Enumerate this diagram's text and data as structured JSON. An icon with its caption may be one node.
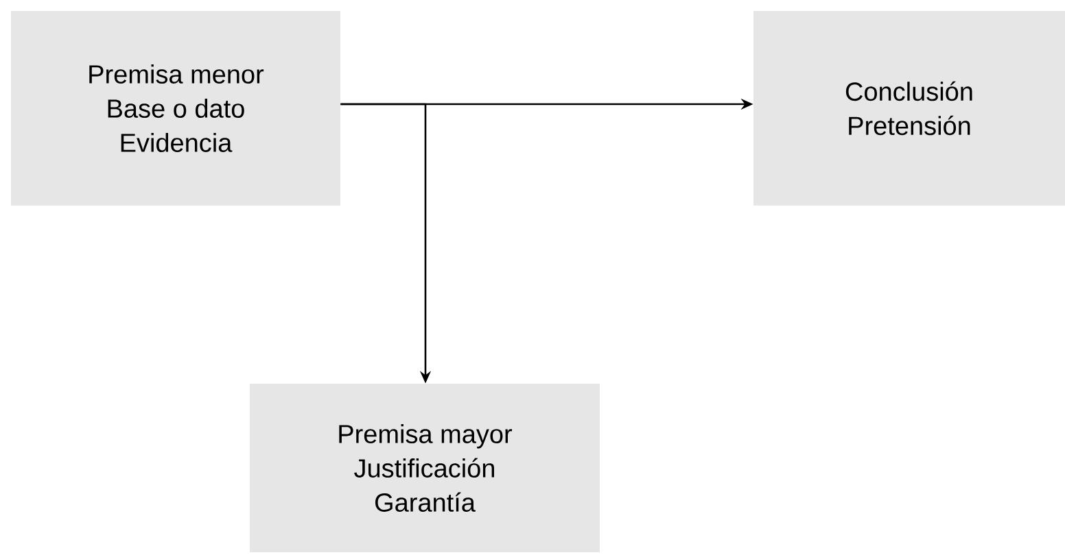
{
  "diagram": {
    "nodes": [
      {
        "text": [
          "Premisa menor",
          "Base o dato",
          "Evidencia"
        ]
      },
      {
        "text": [
          "Conclusión",
          "Pretensión"
        ]
      },
      {
        "text": [
          "Premisa mayor",
          "Justificación",
          "Garantía"
        ]
      }
    ],
    "edges": [
      {
        "from": 0,
        "to": 1,
        "arrow": "to"
      },
      {
        "from": 0,
        "to": 2,
        "arrow": "to"
      }
    ]
  }
}
